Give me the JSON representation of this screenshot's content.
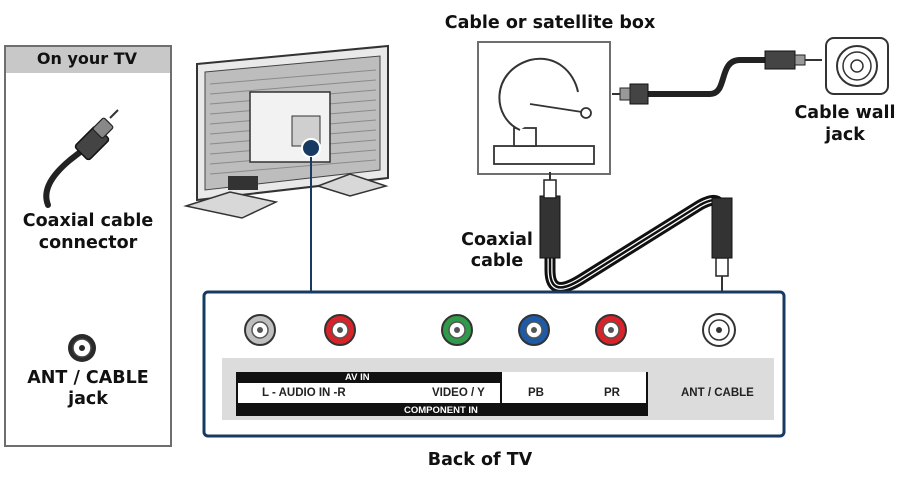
{
  "side_panel": {
    "title": "On your TV",
    "connector_label": "Coaxial cable connector",
    "jack_label": "ANT / CABLE jack"
  },
  "box": {
    "title": "Cable or satellite box"
  },
  "wall": {
    "label": "Cable wall jack"
  },
  "cable": {
    "label": "Coaxial cable"
  },
  "panel": {
    "av_in": "AV IN",
    "audio_label": "L - AUDIO IN -R",
    "video_label": "VIDEO / Y",
    "pb_label": "PB",
    "pr_label": "PR",
    "component_in": "COMPONENT IN",
    "ant_label": "ANT / CABLE"
  },
  "footer": {
    "caption": "Back of TV"
  },
  "colors": {
    "port_white": "#cfcfcf",
    "port_red": "#d8232a",
    "port_green": "#2f9a48",
    "port_blue": "#1f5aa6",
    "navy_marker": "#173a63",
    "panel_gray": "#dcdcdc"
  }
}
